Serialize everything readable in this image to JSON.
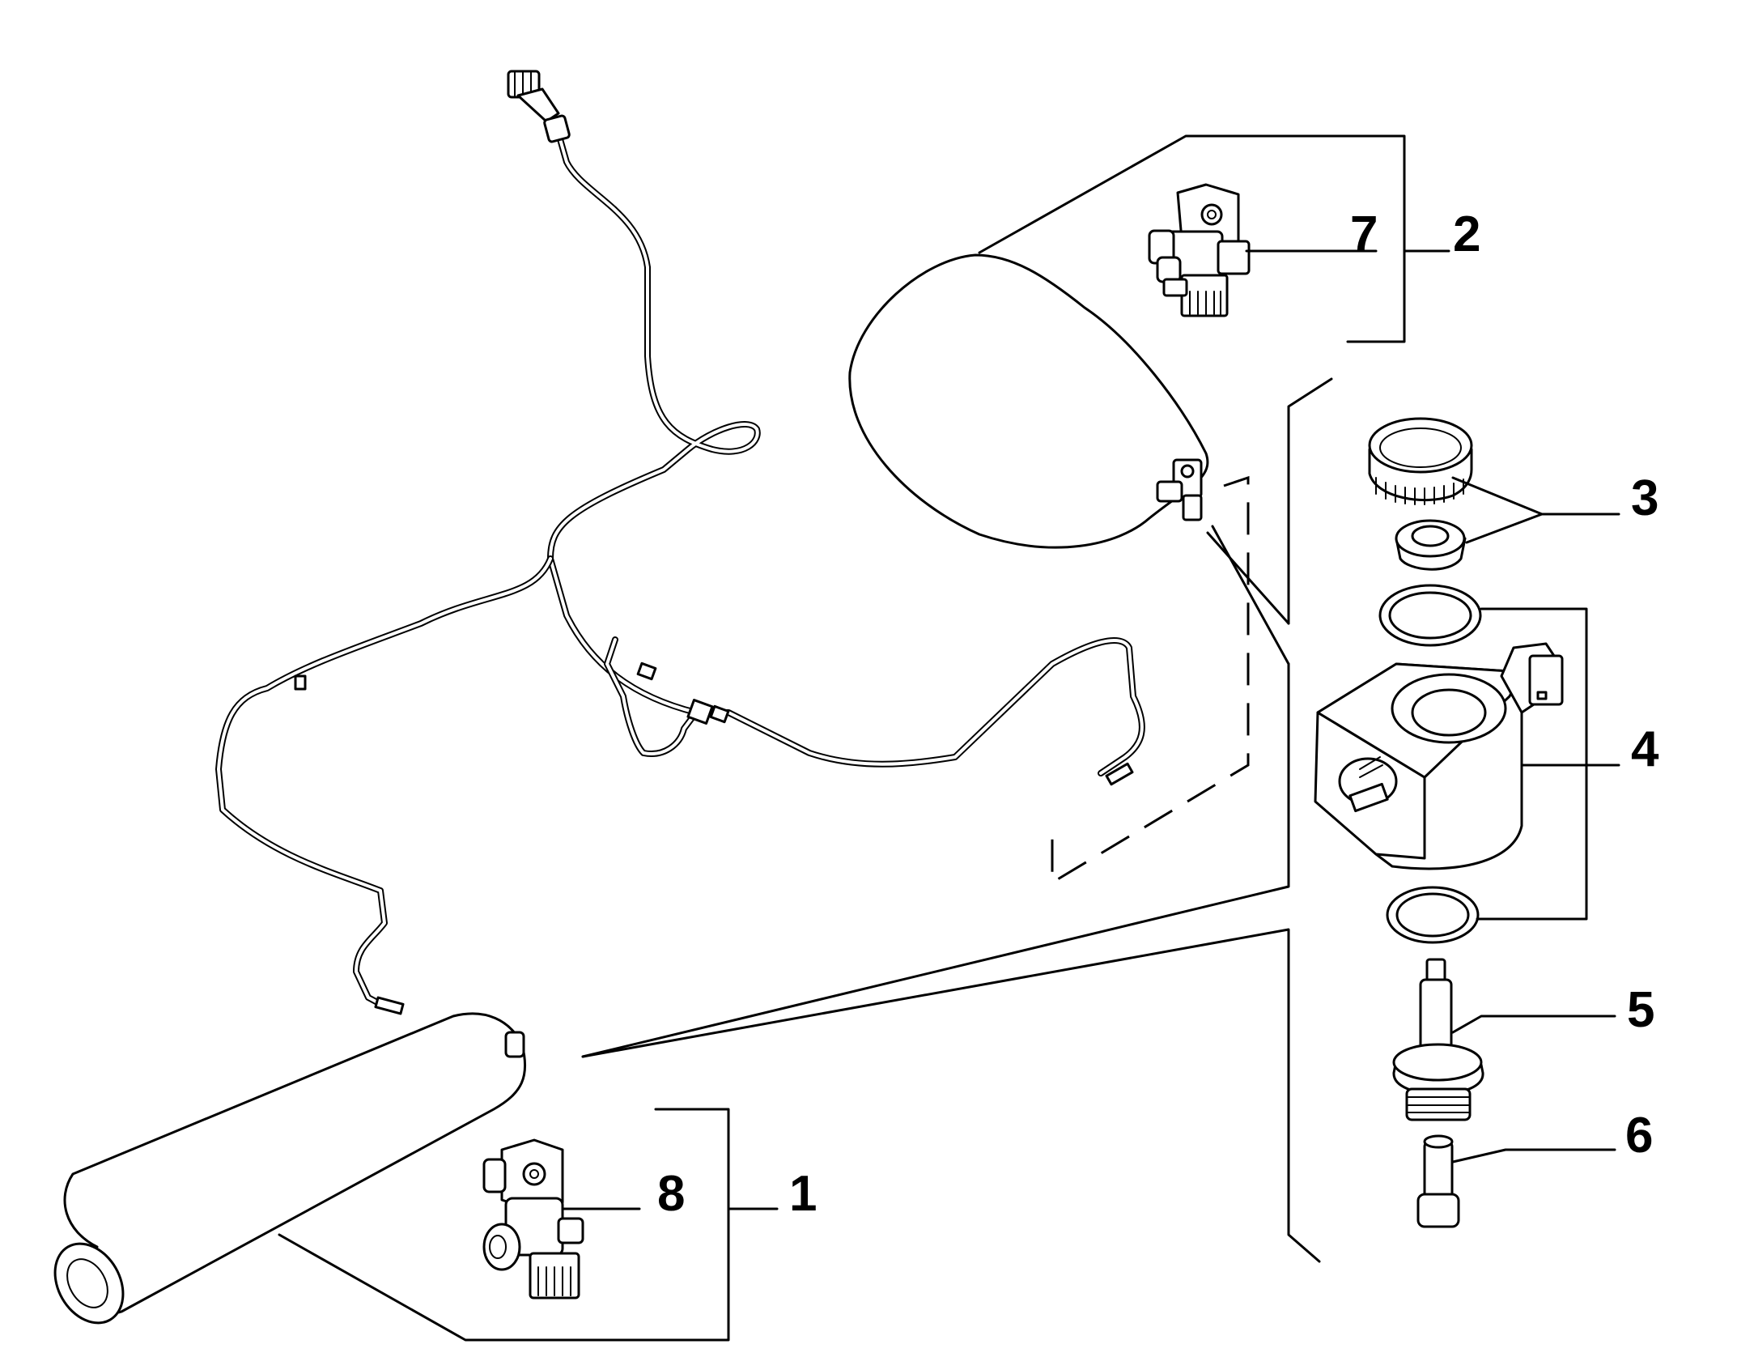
{
  "callouts": [
    {
      "id": "1",
      "label": "1"
    },
    {
      "id": "2",
      "label": "2"
    },
    {
      "id": "3",
      "label": "3"
    },
    {
      "id": "4",
      "label": "4"
    },
    {
      "id": "5",
      "label": "5"
    },
    {
      "id": "6",
      "label": "6"
    },
    {
      "id": "7",
      "label": "7"
    },
    {
      "id": "8",
      "label": "8"
    }
  ],
  "colors": {
    "ink": "#000000",
    "background": "#ffffff"
  }
}
